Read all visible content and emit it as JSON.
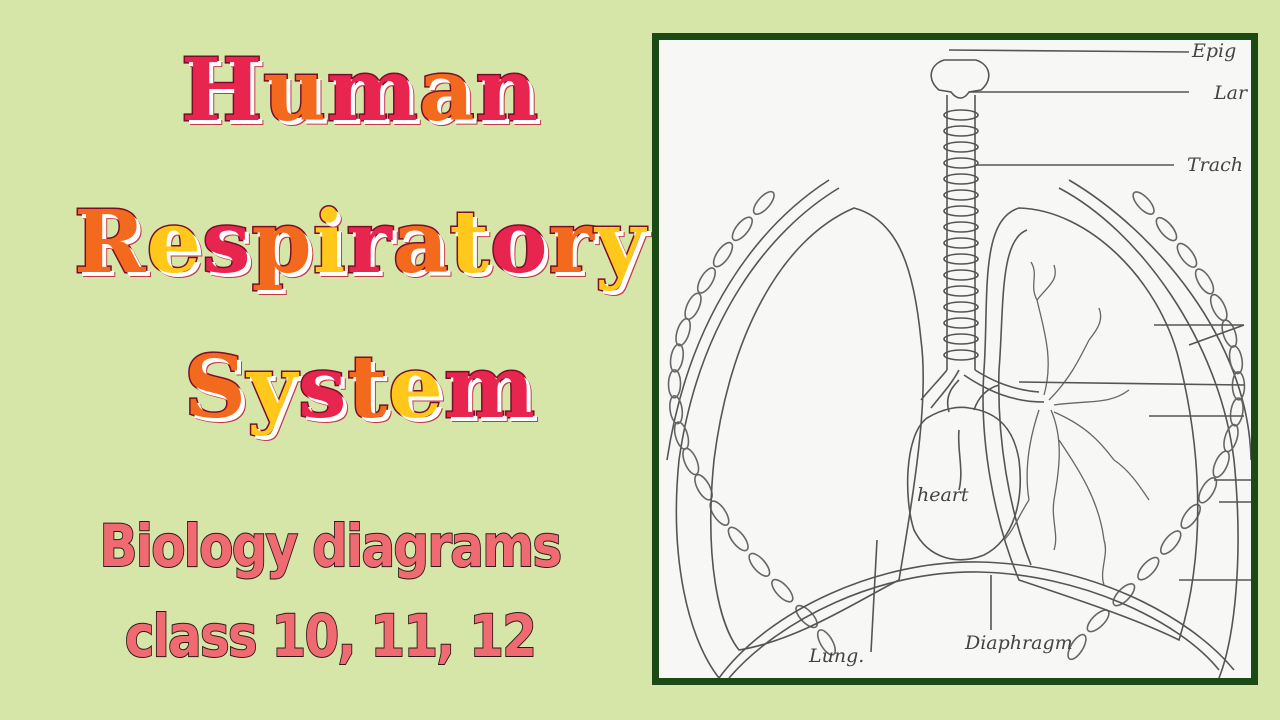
{
  "title": {
    "line1": "Human",
    "line2": "Respiratory",
    "line3": "System"
  },
  "subtitle": {
    "line1": "Biology diagrams",
    "line2": "class 10, 11, 12"
  },
  "diagram": {
    "labels": {
      "epiglottis": "Epig",
      "larynx": "Lar",
      "trachea": "Trach",
      "heart": "heart",
      "lung": "Lung.",
      "diaphragm": "Diaphragm"
    }
  },
  "colors": {
    "background": "#d6e6a8",
    "frame": "#1c4a14",
    "title_red": "#e8254f",
    "title_orange": "#f36a1f",
    "title_yellow": "#ffc81a",
    "subtitle": "#f06a72"
  }
}
